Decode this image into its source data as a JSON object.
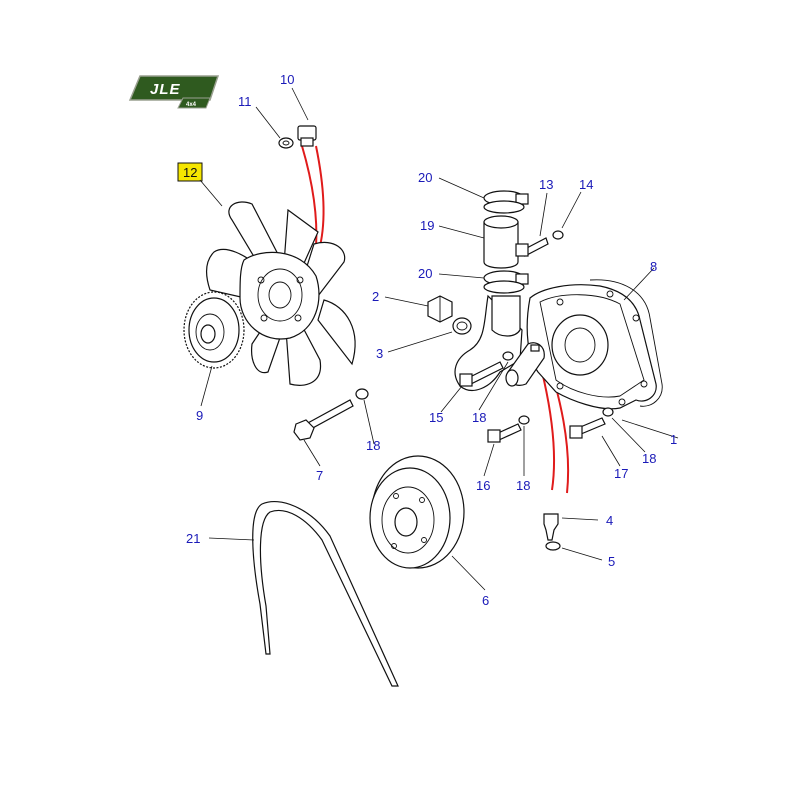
{
  "logo": {
    "text": "JLE",
    "subtext": "4x4",
    "color": "#2f5a1f"
  },
  "highlight": {
    "label": "12",
    "color": "#f5e600"
  },
  "callouts": {
    "c1": "1",
    "c2": "2",
    "c3": "3",
    "c4": "4",
    "c5": "5",
    "c6": "6",
    "c7": "7",
    "c8": "8",
    "c9": "9",
    "c10": "10",
    "c11": "11",
    "c13": "13",
    "c14": "14",
    "c15": "15",
    "c16": "16",
    "c17": "17",
    "c18a": "18",
    "c18b": "18",
    "c18c": "18",
    "c18d": "18",
    "c19": "19",
    "c20a": "20",
    "c20b": "20",
    "c21": "21"
  },
  "colors": {
    "callout": "#1a1ab8",
    "guide_lines": "#e01b1b"
  }
}
